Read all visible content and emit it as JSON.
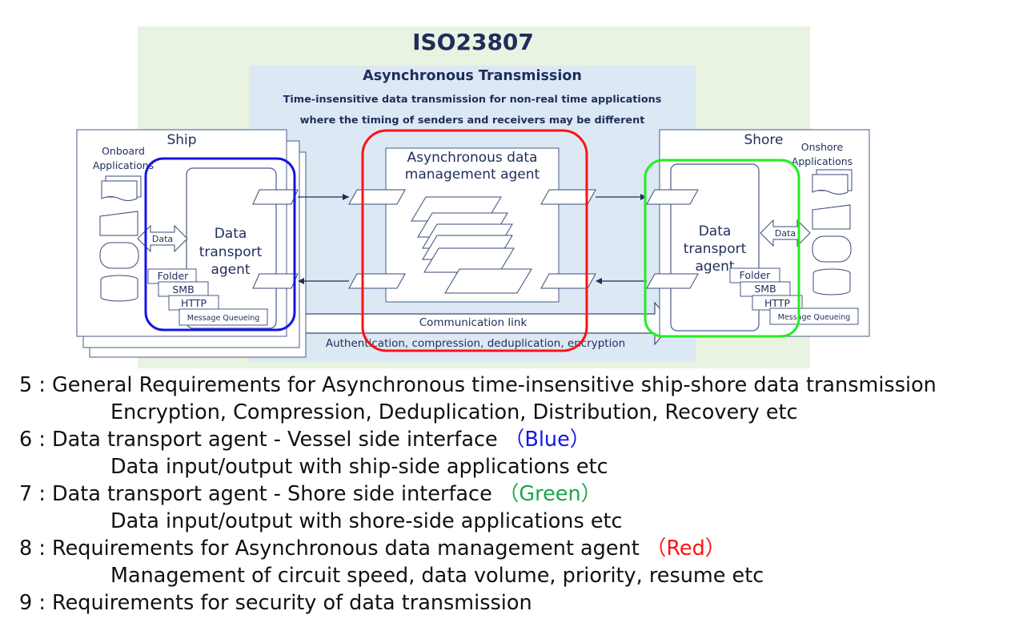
{
  "diagram": {
    "title": "ISO23807",
    "async_title": "Asynchronous Transmission",
    "async_desc_1": "Time-insensitive data transmission for non-real time applications",
    "async_desc_2": "where the timing of senders and receivers may be different",
    "ship": {
      "label": "Ship",
      "apps_label_1": "Onboard",
      "apps_label_2": "Applications",
      "agent_1": "Data",
      "agent_2": "transport",
      "agent_3": "agent",
      "data_arrow": "Data",
      "protocols": [
        "Folder",
        "SMB",
        "HTTP",
        "Message Queueing"
      ]
    },
    "shore": {
      "label": "Shore",
      "apps_label_1": "Onshore",
      "apps_label_2": "Applications",
      "agent_1": "Data",
      "agent_2": "transport",
      "agent_3": "agent",
      "data_arrow": "Data",
      "protocols": [
        "Folder",
        "SMB",
        "HTTP",
        "Message Queueing"
      ]
    },
    "mgmt_1": "Asynchronous data",
    "mgmt_2": "management agent",
    "comm_link": "Communication link",
    "comm_features": "Authentication, compression, deduplication, encryption",
    "colors": {
      "blue_box": "#1515e6",
      "red_box": "#ff1111",
      "green_box": "#22ee22",
      "outer_bg": "#e8f3e2",
      "inner_bg": "#dce9f5"
    }
  },
  "requirements": [
    {
      "main": "5 : General Requirements for Asynchronous time-insensitive ship-shore data transmission",
      "note": "",
      "sub": "Encryption, Compression, Deduplication, Distribution, Recovery etc"
    },
    {
      "main": "6 : Data transport agent - Vessel side interface",
      "note": "（Blue）",
      "sub": "Data input/output with ship-side applications etc"
    },
    {
      "main": "7 : Data transport agent - Shore side interface",
      "note": "（Green）",
      "sub": "Data input/output with shore-side applications etc"
    },
    {
      "main": "8 : Requirements for Asynchronous data management agent",
      "note": "（Red）",
      "sub": "Management of circuit speed, data volume, priority, resume etc"
    },
    {
      "main": "9 : Requirements for security of data transmission",
      "note": "",
      "sub": ""
    }
  ]
}
